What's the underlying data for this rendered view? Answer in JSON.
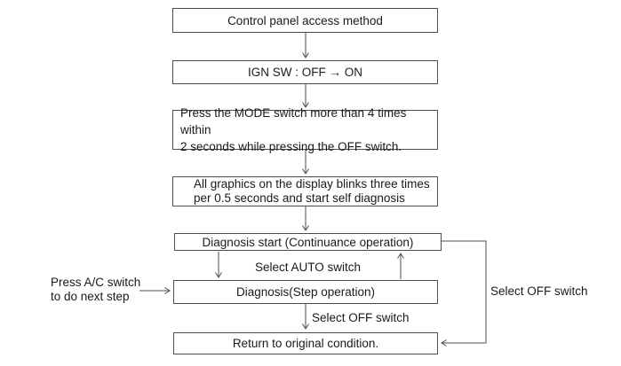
{
  "flowchart": {
    "boxes": {
      "control_panel": {
        "text": "Control panel access method"
      },
      "ign_sw": {
        "text": "IGN SW : OFF → ON"
      },
      "mode_switch": {
        "lines": [
          "Press the MODE switch more than 4 times within",
          "2 seconds while pressing the OFF switch."
        ]
      },
      "graphics_blink": {
        "lines": [
          "All graphics on the display blinks three times",
          "per 0.5 seconds and start self diagnosis"
        ]
      },
      "diagnosis_start": {
        "text": "Diagnosis start (Continuance operation)"
      },
      "diagnosis_step": {
        "text": "Diagnosis(Step operation)"
      },
      "return_original": {
        "text": "Return to original condition."
      }
    },
    "labels": {
      "select_auto": "Select AUTO switch",
      "select_off_mid": "Select OFF switch",
      "select_off_right": "Select OFF switch",
      "press_ac": {
        "lines": [
          "Press A/C switch",
          "to do next step"
        ]
      }
    }
  },
  "colors": {
    "line": "#4d4d4d",
    "text": "#1a1a1a",
    "background": "#ffffff"
  }
}
